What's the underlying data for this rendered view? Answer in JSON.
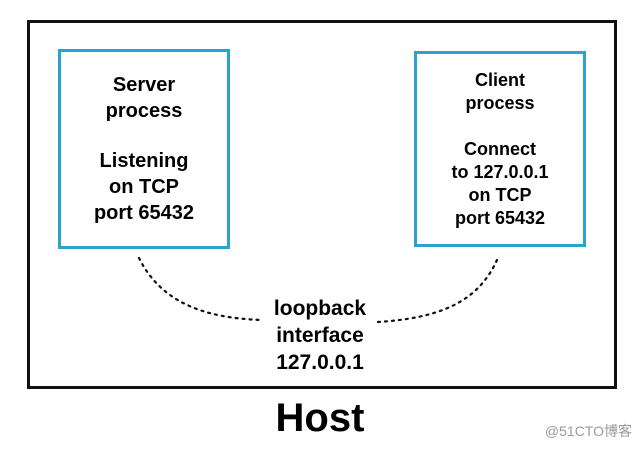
{
  "diagram": {
    "server": {
      "lines_top": [
        "Server",
        "process"
      ],
      "lines_bottom": [
        "Listening",
        "on TCP",
        "port 65432"
      ]
    },
    "client": {
      "lines_top": [
        "Client",
        "process"
      ],
      "lines_bottom": [
        "Connect",
        "to 127.0.0.1",
        "on TCP",
        "port 65432"
      ]
    },
    "loopback": {
      "lines": [
        "loopback",
        "interface",
        "127.0.0.1"
      ]
    },
    "host_label": "Host",
    "watermark": "@51CTO博客",
    "colors": {
      "process_border": "#2aa4cf",
      "frame_border": "#111111",
      "text": "#000000"
    }
  }
}
